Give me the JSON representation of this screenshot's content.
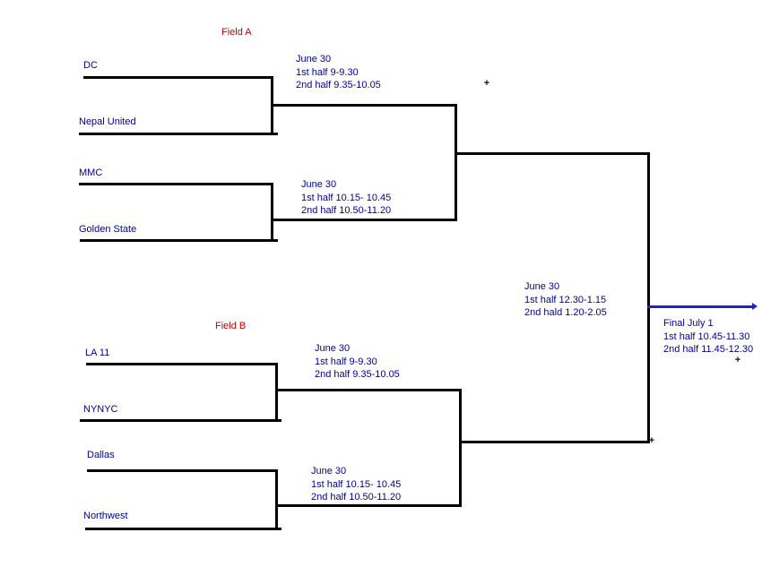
{
  "colors": {
    "team_text": "#000099",
    "field_label": "#c00000",
    "bracket_line": "#000000",
    "final_line": "#2222cc"
  },
  "bracket": {
    "field_a": {
      "label": "Field A",
      "teams": [
        "DC",
        "Nepal United",
        "MMC",
        "Golden State"
      ],
      "match1": {
        "date": "June 30",
        "half1": "1st half 9-9.30",
        "half2": "2nd half 9.35-10.05"
      },
      "match2": {
        "date": "June 30",
        "half1": "1st half 10.15- 10.45",
        "half2": "2nd half 10.50-11.20"
      }
    },
    "field_b": {
      "label": "Field B",
      "teams": [
        "LA 11",
        "NYNYC",
        "Dallas",
        "Northwest"
      ],
      "match1": {
        "date": "June 30",
        "half1": "1st half 9-9.30",
        "half2": "2nd half 9.35-10.05"
      },
      "match2": {
        "date": "June 30",
        "half1": "1st half 10.15- 10.45",
        "half2": "2nd half 10.50-11.20"
      }
    },
    "semifinal": {
      "date": "June 30",
      "half1": "1st half 12.30-1.15",
      "half2": "2nd hald 1.20-2.05"
    },
    "final": {
      "title": "Final July 1",
      "half1": "1st half 10.45-11.30",
      "half2": "2nd half 11.45-12.30"
    }
  },
  "markers": {
    "glyph": "+"
  }
}
